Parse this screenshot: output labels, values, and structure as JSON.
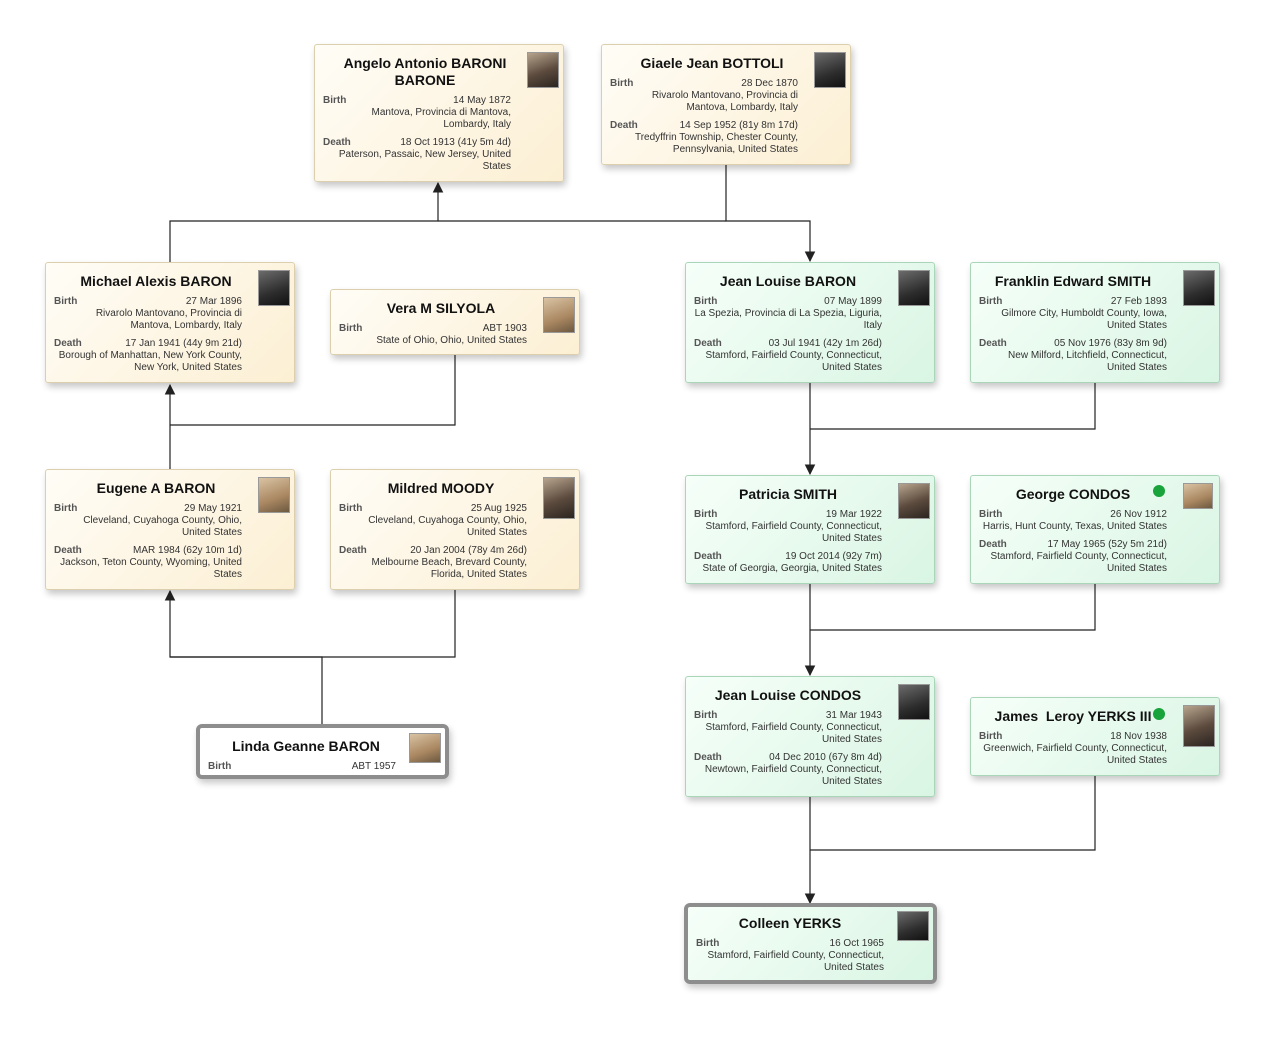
{
  "labels": {
    "birth": "Birth",
    "death": "Death"
  },
  "people": {
    "angelo": {
      "name_line1": "Angelo Antonio BARONI",
      "name_line2": "BARONE",
      "birth_date": "14 May 1872",
      "birth_place_1": "Mantova, Provincia di Mantova,",
      "birth_place_2": "Lombardy, Italy",
      "death_date": "18 Oct 1913 (41y 5m 4d)",
      "death_place_1": "Paterson, Passaic, New Jersey, United",
      "death_place_2": "States"
    },
    "giaele": {
      "name": "Giaele Jean BOTTOLI",
      "birth_date": "28 Dec 1870",
      "birth_place_1": "Rivarolo Mantovano, Provincia di",
      "birth_place_2": "Mantova, Lombardy, Italy",
      "death_date": "14 Sep 1952 (81y 8m 17d)",
      "death_place_1": "Tredyffrin Township, Chester County,",
      "death_place_2": "Pennsylvania, United States"
    },
    "michael": {
      "name": "Michael Alexis BARON",
      "birth_date": "27 Mar 1896",
      "birth_place_1": "Rivarolo Mantovano, Provincia di",
      "birth_place_2": "Mantova, Lombardy, Italy",
      "death_date": "17 Jan 1941 (44y 9m 21d)",
      "death_place_1": "Borough of Manhattan, New York County,",
      "death_place_2": "New York, United States"
    },
    "vera": {
      "name": "Vera M SILYOLA",
      "birth_date": "ABT 1903",
      "birth_place_1": "State of Ohio, Ohio, United States"
    },
    "eugene": {
      "name": "Eugene A BARON",
      "birth_date": "29 May 1921",
      "birth_place_1": "Cleveland, Cuyahoga County, Ohio,",
      "birth_place_2": "United States",
      "death_date": "MAR 1984 (62y 10m 1d)",
      "death_place_1": "Jackson, Teton County, Wyoming, United",
      "death_place_2": "States"
    },
    "mildred": {
      "name": "Mildred MOODY",
      "birth_date": "25 Aug 1925",
      "birth_place_1": "Cleveland, Cuyahoga County, Ohio,",
      "birth_place_2": "United States",
      "death_date": "20 Jan 2004 (78y 4m 26d)",
      "death_place_1": "Melbourne Beach, Brevard County,",
      "death_place_2": "Florida, United States"
    },
    "linda": {
      "name": "Linda Geanne BARON",
      "birth_date": "ABT 1957"
    },
    "jean1": {
      "name": "Jean Louise BARON",
      "birth_date": "07 May 1899",
      "birth_place_1": "La Spezia, Provincia di La Spezia, Liguria,",
      "birth_place_2": "Italy",
      "death_date": "03 Jul 1941 (42y 1m 26d)",
      "death_place_1": "Stamford, Fairfield County, Connecticut,",
      "death_place_2": "United States"
    },
    "franklin": {
      "name": "Franklin Edward SMITH",
      "birth_date": "27 Feb 1893",
      "birth_place_1": "Gilmore City, Humboldt County, Iowa,",
      "birth_place_2": "United States",
      "death_date": "05 Nov 1976 (83y 8m 9d)",
      "death_place_1": "New Milford, Litchfield, Connecticut,",
      "death_place_2": "United States"
    },
    "patricia": {
      "name": "Patricia SMITH",
      "birth_date": "19 Mar 1922",
      "birth_place_1": "Stamford, Fairfield County, Connecticut,",
      "birth_place_2": "United States",
      "death_date": "19 Oct 2014 (92y 7m)",
      "death_place_1": "State of Georgia, Georgia, United States"
    },
    "george": {
      "name": "George CONDOS",
      "birth_date": "26 Nov 1912",
      "birth_place_1": "Harris, Hunt County, Texas, United States",
      "death_date": "17 May 1965 (52y 5m 21d)",
      "death_place_1": "Stamford, Fairfield County, Connecticut,",
      "death_place_2": "United States"
    },
    "jean2": {
      "name": "Jean Louise CONDOS",
      "birth_date": "31 Mar 1943",
      "birth_place_1": "Stamford, Fairfield County, Connecticut,",
      "birth_place_2": "United States",
      "death_date": "04 Dec 2010 (67y 8m 4d)",
      "death_place_1": "Newtown, Fairfield County, Connecticut,",
      "death_place_2": "United States"
    },
    "james": {
      "name": "James  Leroy YERKS III",
      "birth_date": "18 Nov 1938",
      "birth_place_1": "Greenwich, Fairfield County, Connecticut,",
      "birth_place_2": "United States"
    },
    "colleen": {
      "name": "Colleen YERKS",
      "birth_date": "16 Oct 1965",
      "birth_place_1": "Stamford, Fairfield County, Connecticut,",
      "birth_place_2": "United States"
    }
  },
  "colors": {
    "beige_card": "#fcefd3",
    "green_card": "#d9f5e3",
    "root_border": "#8d8d8d",
    "line": "#222222",
    "marker": "#19a33b"
  }
}
